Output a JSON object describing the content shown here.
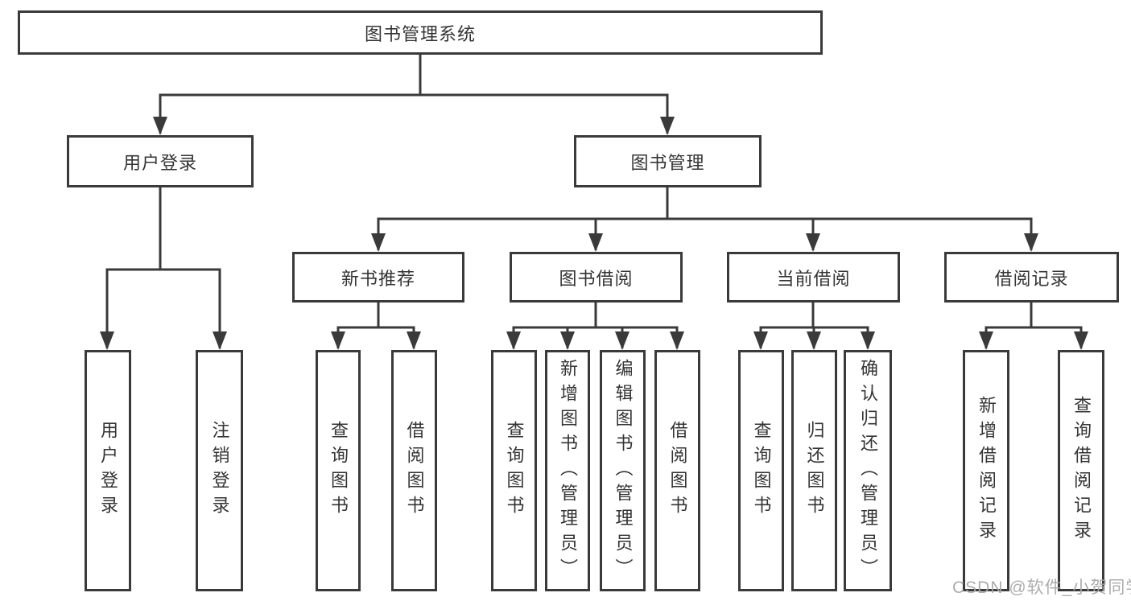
{
  "tree": {
    "root": {
      "label": "图书管理系统",
      "children": [
        {
          "label": "用户登录",
          "children": [
            {
              "label": "用户登录"
            },
            {
              "label": "注销登录"
            }
          ]
        },
        {
          "label": "图书管理",
          "children": [
            {
              "label": "新书推荐",
              "children": [
                {
                  "label": "查询图书"
                },
                {
                  "label": "借阅图书"
                }
              ]
            },
            {
              "label": "图书借阅",
              "children": [
                {
                  "label": "查询图书"
                },
                {
                  "label": "新增图书（管理员）"
                },
                {
                  "label": "编辑图书（管理员）"
                },
                {
                  "label": "借阅图书"
                }
              ]
            },
            {
              "label": "当前借阅",
              "children": [
                {
                  "label": "查询图书"
                },
                {
                  "label": "归还图书"
                },
                {
                  "label": "确认归还（管理员）"
                }
              ]
            },
            {
              "label": "借阅记录",
              "children": [
                {
                  "label": "新增借阅记录"
                },
                {
                  "label": "查询借阅记录"
                }
              ]
            }
          ]
        }
      ]
    }
  },
  "colors": {
    "line": "#3a3a3a",
    "text": "#343434",
    "watermark": "#a8a8a8"
  },
  "watermark": {
    "text": "CSDN @软件_小贺同学"
  }
}
